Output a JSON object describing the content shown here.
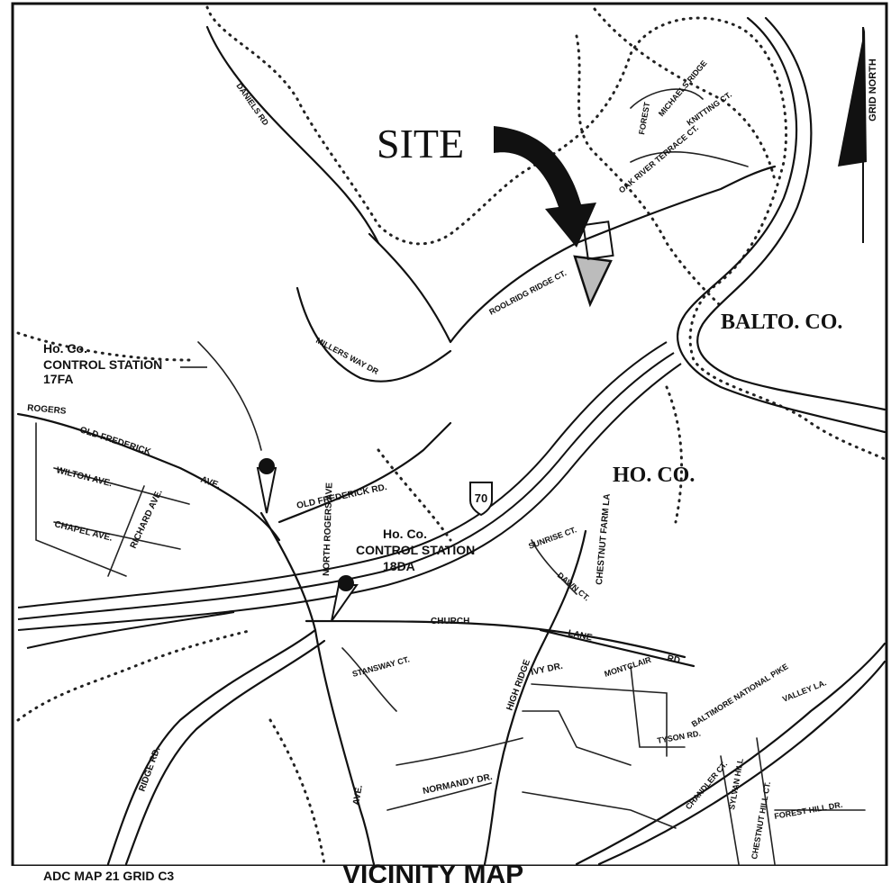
{
  "map": {
    "site_label": "SITE",
    "north_label": "GRID NORTH",
    "county_labels": {
      "balto": "BALTO. CO.",
      "howard": "HO. CO."
    },
    "control_stations": [
      {
        "line1": "Ho. Co.",
        "line2": "CONTROL STATION",
        "line3": "17FA"
      },
      {
        "line1": "Ho. Co.",
        "line2": "CONTROL STATION",
        "line3": "18DA"
      }
    ],
    "interstate_shield": "70",
    "streets": {
      "daniels": "DANIELS RD",
      "millers_way": "MILLERS WAY DR",
      "rodling": "ROOLRIDG RIDGE CT.",
      "oak_river": "OAK RIVER TERRACE CT.",
      "michaels": "MICHAELS RIDGE",
      "forest": "FOREST",
      "knitting": "KNITTING CT.",
      "rogers": "ROGERS",
      "old_frederick_1": "OLD FREDERICK",
      "old_frederick_2": "OLD FREDERICK RD.",
      "frederick_ave": "AVE.",
      "wilton": "WILTON AVE.",
      "chapel": "CHAPEL AVE.",
      "richard": "RICHARD AVE.",
      "church": "CHURCH",
      "lane": "LANE",
      "rd_right": "RD.",
      "north_rogers": "NORTH ROGERS AVE",
      "chestnut": "CHESTNUT FARM LA",
      "sunrise": "SUNRISE CT.",
      "dawn": "DAWN CT.",
      "stanway": "STANSWAY CT.",
      "ivy": "IVY DR.",
      "montclair": "MONTCLAIR",
      "high_ridge": "HIGH RIDGE",
      "normandy": "NORMANDY DR.",
      "baltimore_national": "BALTIMORE NATIONAL PIKE",
      "valley": "VALLEY LA.",
      "tyson": "TYSON RD.",
      "forest_hill": "FOREST HILL DR.",
      "ridge_rd": "RIDGE RD.",
      "avenue": "AVE.",
      "sylvan": "SYLVAN HILL",
      "chandler": "CHANDLER CT.",
      "chestnut_hill": "CHESTNUT HILL CT."
    },
    "footer_left": "ADC MAP 21 GRID C3",
    "footer_title": "VICINITY MAP"
  }
}
